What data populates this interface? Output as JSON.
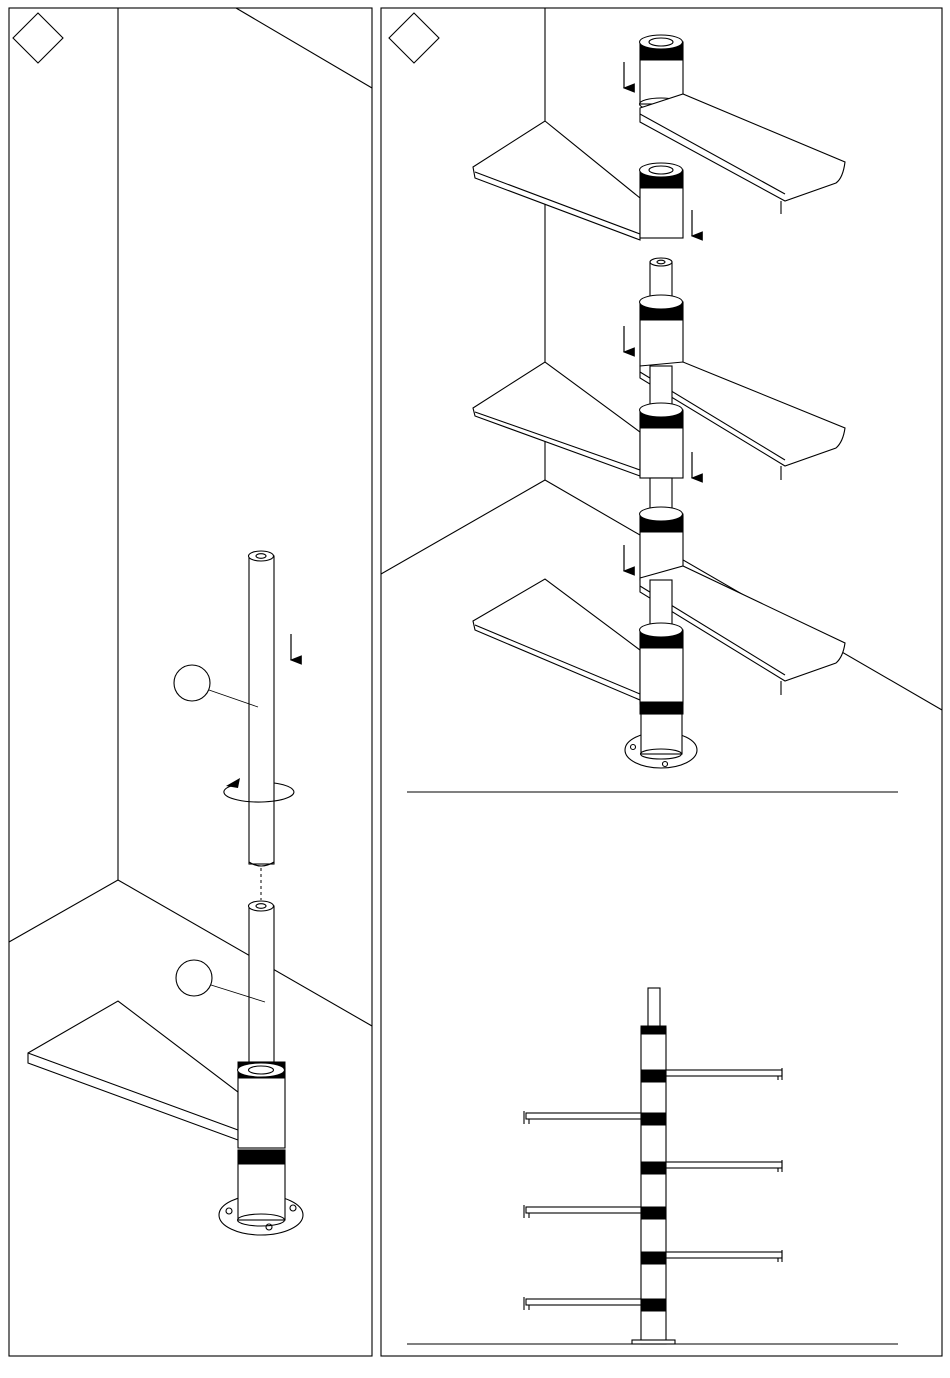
{
  "panels": [
    {
      "id": "step-left",
      "step_marker": "diamond",
      "callouts": [
        "",
        ""
      ]
    },
    {
      "id": "step-right",
      "step_marker": "diamond"
    }
  ],
  "colors": {
    "ink": "#000000",
    "paper": "#ffffff"
  },
  "icons": [
    "step-diamond-icon",
    "down-arrow-icon",
    "rotate-arrow-icon"
  ]
}
